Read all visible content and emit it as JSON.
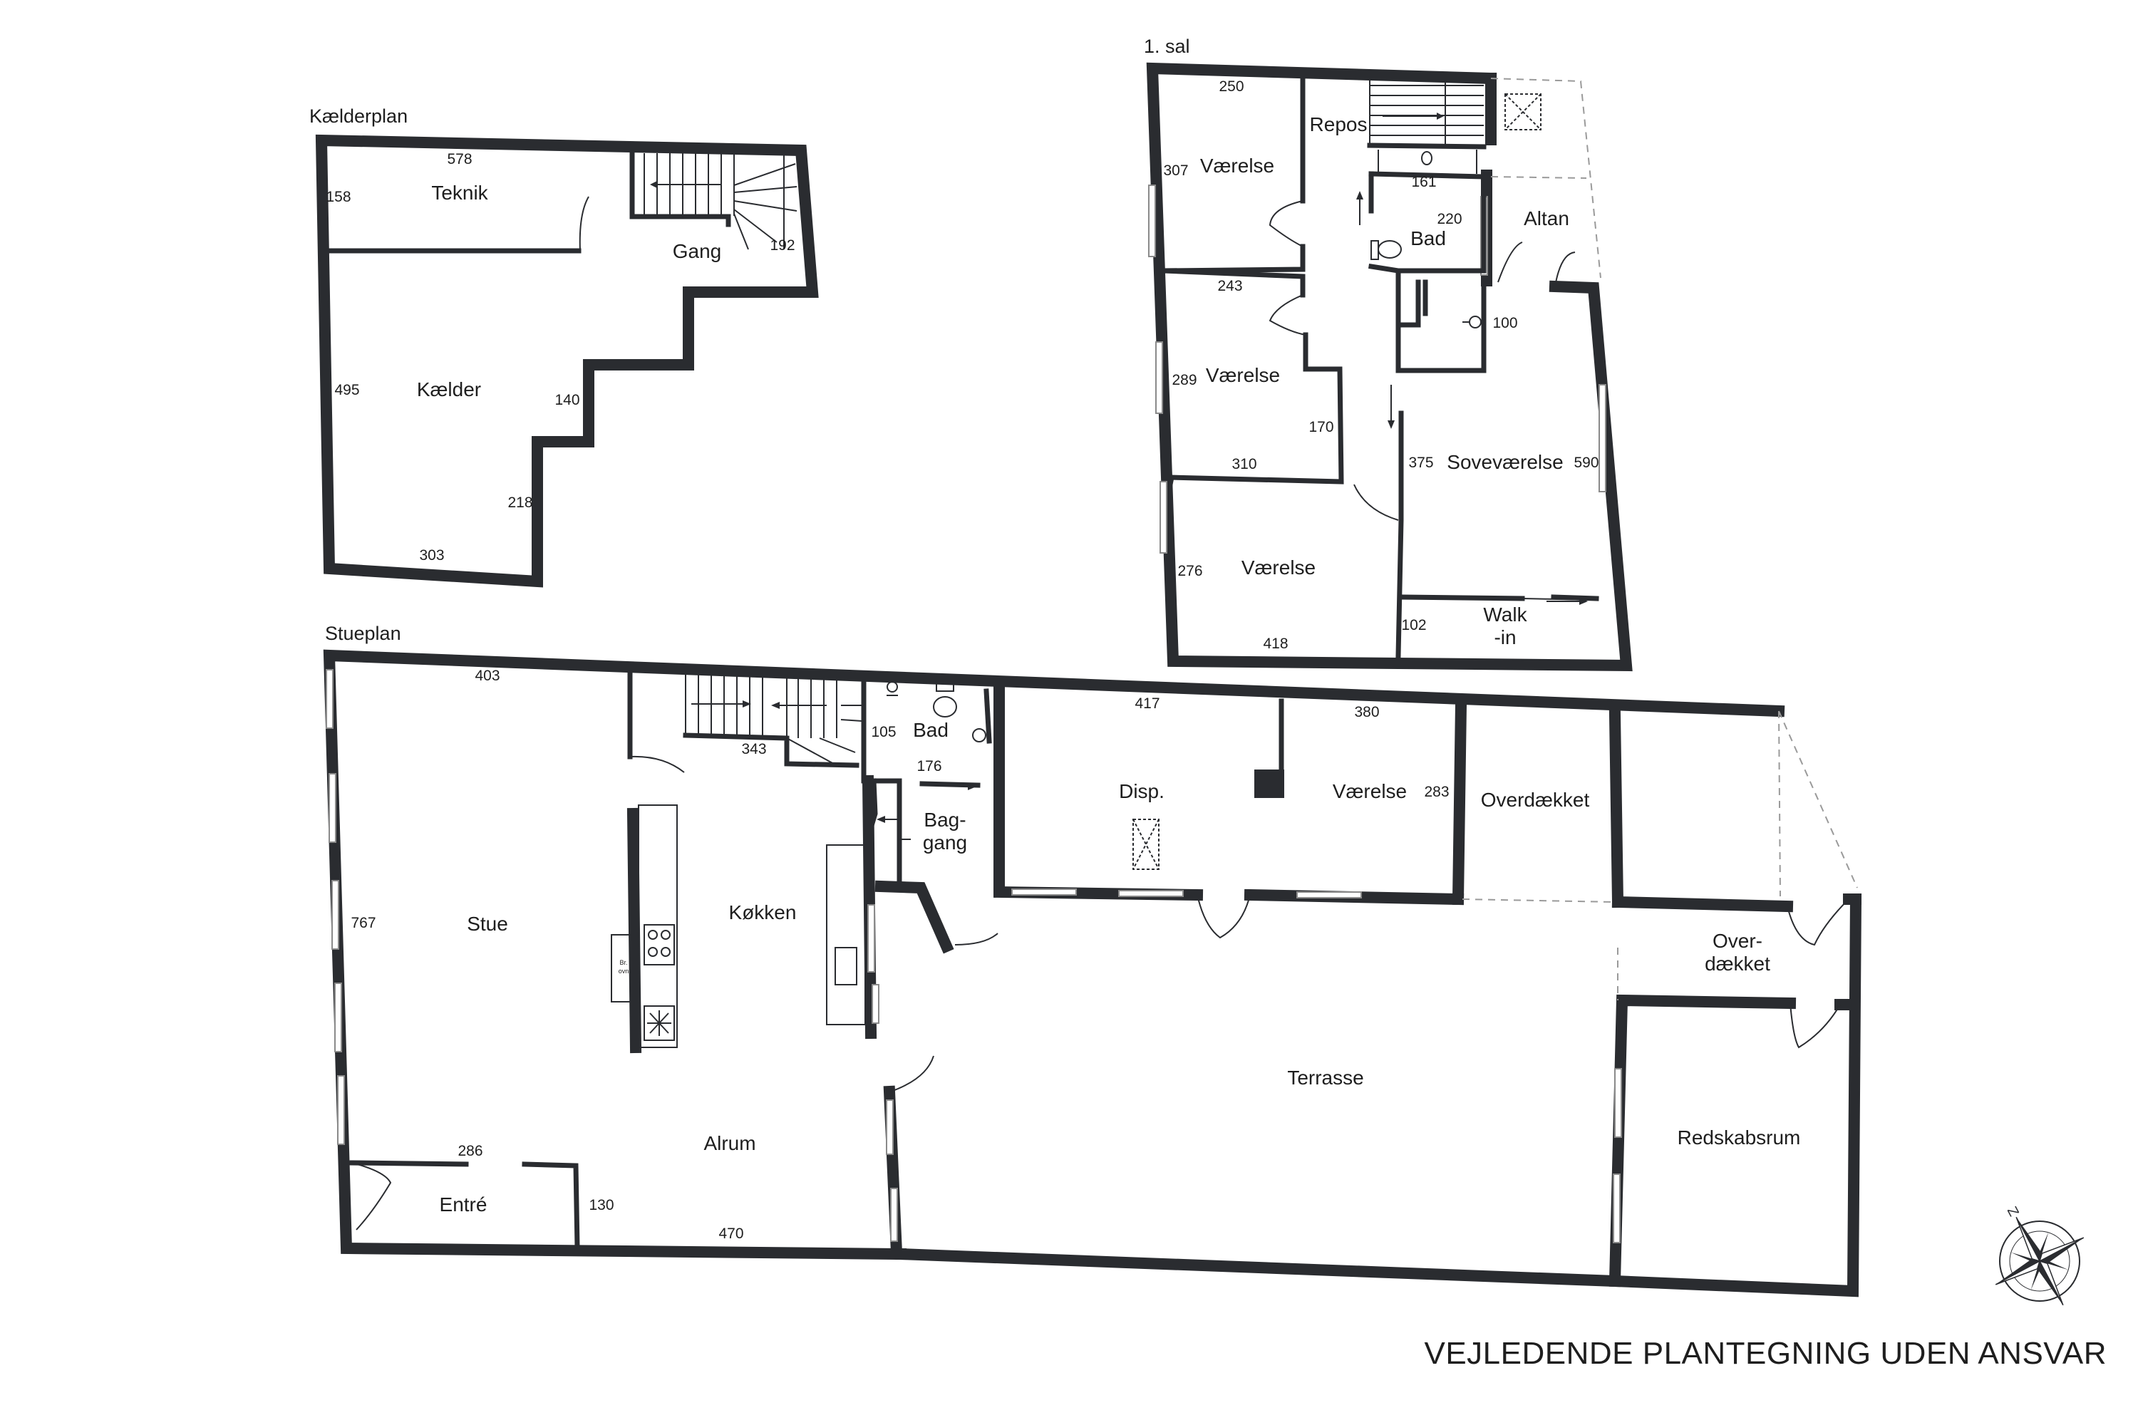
{
  "plans": {
    "basement": {
      "title": "Kælderplan",
      "rooms": {
        "teknik": "Teknik",
        "gang": "Gang",
        "kaelder": "Kælder"
      },
      "dims": {
        "top": "578",
        "teknik_h": "158",
        "gang_w": "192",
        "left": "495",
        "step": "140",
        "step2": "218",
        "bottom": "303"
      }
    },
    "first_floor": {
      "title": "1. sal",
      "rooms": {
        "repos": "Repos",
        "vaerelse1": "Værelse",
        "bad": "Bad",
        "altan": "Altan",
        "vaerelse2": "Værelse",
        "sovevaerelse": "Soveværelse",
        "vaerelse3": "Værelse",
        "walkin_line1": "Walk",
        "walkin_line2": "-in"
      },
      "dims": {
        "top": "250",
        "v1_h": "307",
        "bad_w": "161",
        "bad_h": "220",
        "v2_top": "243",
        "small": "100",
        "v2_h": "289",
        "hall": "170",
        "v2_bottom": "310",
        "sove_w": "375",
        "sove_h": "590",
        "v3_h": "276",
        "walkin_h": "102",
        "bottom": "418"
      }
    },
    "ground_floor": {
      "title": "Stueplan",
      "rooms": {
        "stue": "Stue",
        "koekken": "Køkken",
        "alrum": "Alrum",
        "entre": "Entré",
        "bad": "Bad",
        "baggang_line1": "Bag-",
        "baggang_line2": "gang",
        "disp": "Disp.",
        "vaerelse": "Værelse",
        "overdaekket": "Overdækket",
        "overdaekket2_line1": "Over-",
        "overdaekket2_line2": "dækket",
        "terrasse": "Terrasse",
        "redskabsrum": "Redskabsrum"
      },
      "dims": {
        "stue_top": "403",
        "stair": "343",
        "bad_w": "105",
        "baggang": "176",
        "disp_w": "417",
        "vaer_w": "380",
        "vaer_h": "283",
        "stue_h": "767",
        "entre_w": "286",
        "entre_h": "130",
        "bottom": "470"
      },
      "oven_label_line1": "Br.",
      "oven_label_line2": "ovn"
    }
  },
  "footer": "VEJLEDENDE PLANTEGNING UDEN ANSVAR",
  "icons": [
    "compass-rose-icon",
    "stairs-icon",
    "toilet-icon",
    "sink-icon",
    "shower-icon",
    "stove-icon",
    "skylight-icon"
  ],
  "colors": {
    "wall": "#2a2c30",
    "window": "#8a8a8a",
    "dashed": "#9a9a9a",
    "background": "#ffffff"
  }
}
